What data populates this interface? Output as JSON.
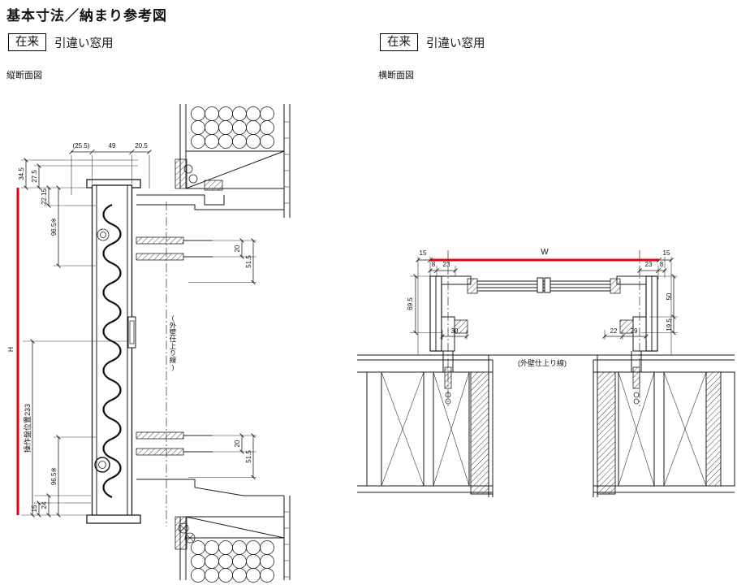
{
  "page": {
    "title": "基本寸法／納まり参考図"
  },
  "colors": {
    "accent_red": "#e60012",
    "line": "#1a1a1a"
  },
  "left": {
    "tag": "在来",
    "subtitle": "引違い窓用",
    "view": "縦断面図",
    "dims": {
      "top1": "(25.5)",
      "top2": "49",
      "top3": "20.5",
      "v34": "34.5",
      "v27": "27.5",
      "v22": "22.15",
      "v96t": "96.5※",
      "s20t": "20",
      "s51t": "51.5",
      "h": "H",
      "panel": "操作盤位置233",
      "v96b": "96.5※",
      "v15": "15",
      "v24": "24",
      "s20b": "20",
      "s51b": "51.5",
      "wall": "(外壁仕上り線)"
    }
  },
  "right": {
    "tag": "在来",
    "subtitle": "引違い窓用",
    "view": "横断面図",
    "dims": {
      "m15l": "15",
      "w": "W",
      "m15r": "15",
      "m8l": "8",
      "m23l": "23",
      "m23r": "23",
      "m8r": "8",
      "v69": "69.5",
      "v50": "50",
      "d30": "30",
      "d22": "22",
      "d29": "29",
      "v19": "19.5",
      "wall": "(外壁仕上り線)"
    }
  }
}
